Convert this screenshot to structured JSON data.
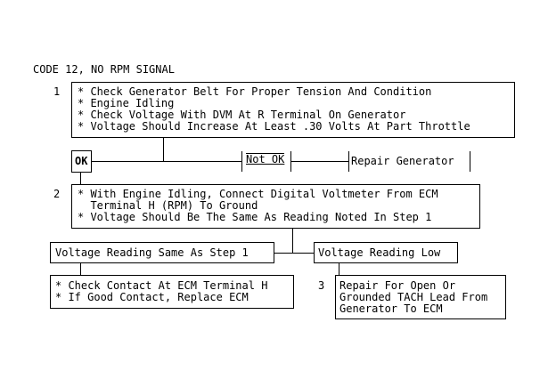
{
  "title": "CODE 12, NO RPM SIGNAL",
  "step1": {
    "number": "1",
    "lines": [
      "* Check Generator Belt For Proper Tension And Condition",
      "* Engine Idling",
      "* Check Voltage With DVM At R Terminal On Generator",
      "* Voltage Should Increase At Least .30 Volts At Part Throttle"
    ]
  },
  "row1": {
    "ok_label": "OK",
    "not_ok_label": "Not OK",
    "repair_label": "Repair Generator"
  },
  "step2": {
    "number": "2",
    "lines": [
      "* With Engine Idling, Connect Digital Voltmeter From ECM",
      "  Terminal H (RPM) To Ground",
      "* Voltage Should Be The Same As Reading Noted In Step 1"
    ]
  },
  "row2": {
    "same_label": "Voltage Reading Same As Step 1",
    "low_label": "Voltage Reading Low"
  },
  "result_ecm": {
    "lines": [
      "* Check Contact At ECM Terminal H",
      "* If Good Contact, Replace ECM"
    ]
  },
  "step3": {
    "number": "3",
    "lines": [
      "Repair For Open Or",
      "Grounded TACH Lead From",
      "Generator To ECM"
    ]
  }
}
